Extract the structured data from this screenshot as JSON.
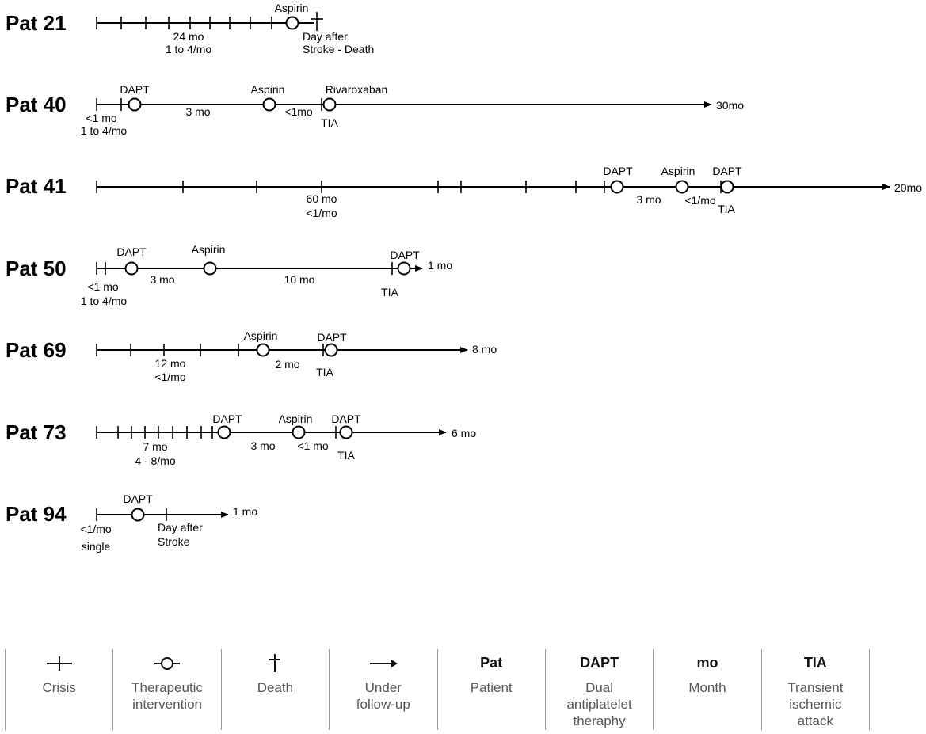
{
  "timelines": [
    {
      "label": "Pat 21",
      "ticks": [
        153,
        184,
        213,
        240,
        265,
        290,
        316,
        343
      ],
      "interventions": [
        {
          "label": "Aspirin"
        }
      ],
      "death": true,
      "annotations": [
        "24 mo",
        "1 to 4/mo",
        "Day after",
        "Stroke - Death"
      ]
    },
    {
      "label": "Pat 40",
      "ticks": [
        153,
        406
      ],
      "interventions": [
        {
          "label": "DAPT"
        },
        {
          "label": "Aspirin"
        },
        {
          "label": "Rivaroxaban"
        }
      ],
      "arrow": "30mo",
      "annotations": [
        "<1 mo",
        "1 to 4/mo",
        "3 mo",
        "<1mo",
        "TIA"
      ]
    },
    {
      "label": "Pat 41",
      "ticks": [
        231,
        324,
        406,
        553,
        582,
        664,
        727,
        763,
        910
      ],
      "interventions": [
        {
          "label": "DAPT"
        },
        {
          "label": "Aspirin"
        },
        {
          "label": "DAPT"
        }
      ],
      "arrow": "20mo",
      "annotations": [
        "60 mo",
        "<1/mo",
        "3 mo",
        "<1/mo",
        "TIA"
      ]
    },
    {
      "label": "Pat 50",
      "ticks": [
        133,
        495
      ],
      "interventions": [
        {
          "label": "DAPT"
        },
        {
          "label": "Aspirin"
        },
        {
          "label": "DAPT"
        }
      ],
      "arrow": "1 mo",
      "annotations": [
        "<1 mo",
        "1 to 4/mo",
        "3 mo",
        "10 mo",
        "TIA"
      ]
    },
    {
      "label": "Pat 69",
      "ticks": [
        165,
        207,
        253,
        301,
        408
      ],
      "interventions": [
        {
          "label": "Aspirin"
        },
        {
          "label": "DAPT"
        }
      ],
      "arrow": "8 mo",
      "annotations": [
        "12 mo",
        "<1/mo",
        "2 mo",
        "TIA"
      ]
    },
    {
      "label": "Pat 73",
      "ticks": [
        149,
        166,
        183,
        200,
        218,
        236,
        254,
        268,
        424
      ],
      "interventions": [
        {
          "label": "DAPT"
        },
        {
          "label": "Aspirin"
        },
        {
          "label": "DAPT"
        }
      ],
      "arrow": "6 mo",
      "annotations": [
        "7 mo",
        "4 - 8/mo",
        "3 mo",
        "<1 mo",
        "TIA"
      ]
    },
    {
      "label": "Pat 94",
      "ticks": [
        210
      ],
      "interventions": [
        {
          "label": "DAPT"
        }
      ],
      "arrow": "1 mo",
      "annotations": [
        "<1/mo",
        "single",
        "Day after",
        "Stroke"
      ]
    }
  ],
  "legend": [
    {
      "symbol": "crisis-icon",
      "text": "Crisis"
    },
    {
      "symbol": "intervention-icon",
      "text": "Therapeutic\nintervention"
    },
    {
      "symbol": "death-icon",
      "text": "Death"
    },
    {
      "symbol": "arrow-icon",
      "text": "Under\nfollow-up"
    },
    {
      "symbol": "Pat",
      "text": "Patient"
    },
    {
      "symbol": "DAPT",
      "text": "Dual\nantiplatelet\ntheraphy"
    },
    {
      "symbol": "mo",
      "text": "Month"
    },
    {
      "symbol": "TIA",
      "text": "Transient\nischemic\nattack"
    }
  ]
}
